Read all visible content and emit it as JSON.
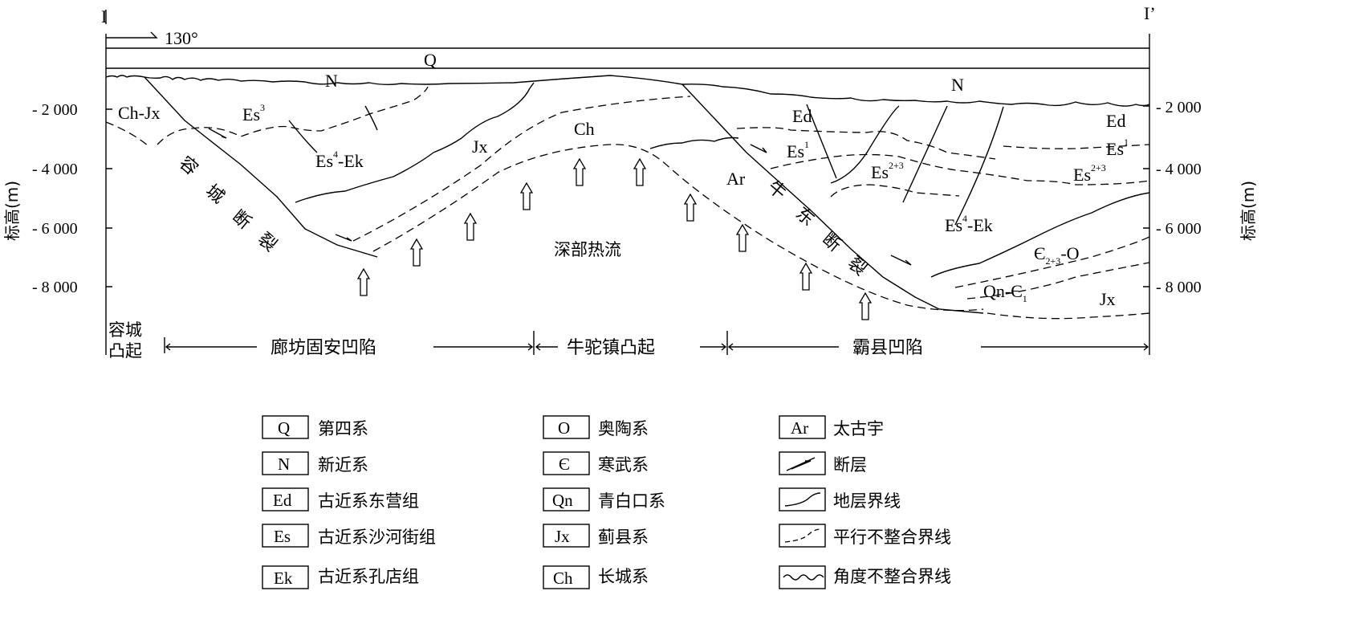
{
  "section": {
    "start_label": "I",
    "end_label": "I’",
    "azimuth": "130°"
  },
  "axis": {
    "title": "标高(m)",
    "ticks": [
      "- 2 000",
      "- 4 000",
      "- 6 000",
      "- 8 000"
    ]
  },
  "strata_labels": {
    "q": "Q",
    "n_left": "N",
    "n_right": "N",
    "ch_jx": "Ch-Jx",
    "es3": "Es",
    "es3_sup": "3",
    "es4_ek_left": "Es",
    "es4_sup": "4",
    "ek": "-Ek",
    "jx_upper": "Jx",
    "ch": "Ch",
    "ar": "Ar",
    "ed_mid": "Ed",
    "ed_right": "Ed",
    "es1_mid": "Es",
    "es1_right": "Es",
    "sup1": "1",
    "es23_mid": "Es",
    "es23_right": "Es",
    "sup23": "2+3",
    "es4_ek_right": "Es",
    "cambrian": "Є",
    "sub23": "2+3",
    "cambrian_o": "-O",
    "qn_c": "Qn-Є",
    "sub1": "1",
    "jx_lower": "Jx"
  },
  "faults": {
    "rongcheng": [
      "容",
      "城",
      "断",
      "裂"
    ],
    "niudong": [
      "牛",
      "东",
      "断",
      "裂"
    ]
  },
  "heat_flow": "深部热流",
  "regions": {
    "rongcheng_uplift_1": "容城",
    "rongcheng_uplift_2": "凸起",
    "langfang": "廊坊固安凹陷",
    "niutuozhen": "牛驼镇凸起",
    "baxian": "霸县凹陷"
  },
  "legend": [
    {
      "code": "Q",
      "label": "第四系"
    },
    {
      "code": "N",
      "label": "新近系"
    },
    {
      "code": "Ed",
      "label": "古近系东营组"
    },
    {
      "code": "Es",
      "label": "古近系沙河街组"
    },
    {
      "code": "Ek",
      "label": "古近系孔店组"
    },
    {
      "code": "O",
      "label": "奥陶系"
    },
    {
      "code": "Є",
      "label": "寒武系"
    },
    {
      "code": "Qn",
      "label": "青白口系"
    },
    {
      "code": "Jx",
      "label": "蓟县系"
    },
    {
      "code": "Ch",
      "label": "长城系"
    },
    {
      "code": "Ar",
      "label": "太古宇"
    },
    {
      "symbol": "fault-icon",
      "label": "断层"
    },
    {
      "symbol": "solid-line-icon",
      "label": "地层界线"
    },
    {
      "symbol": "dashed-line-icon",
      "label": "平行不整合界线"
    },
    {
      "symbol": "wavy-line-icon",
      "label": "角度不整合界线"
    }
  ]
}
